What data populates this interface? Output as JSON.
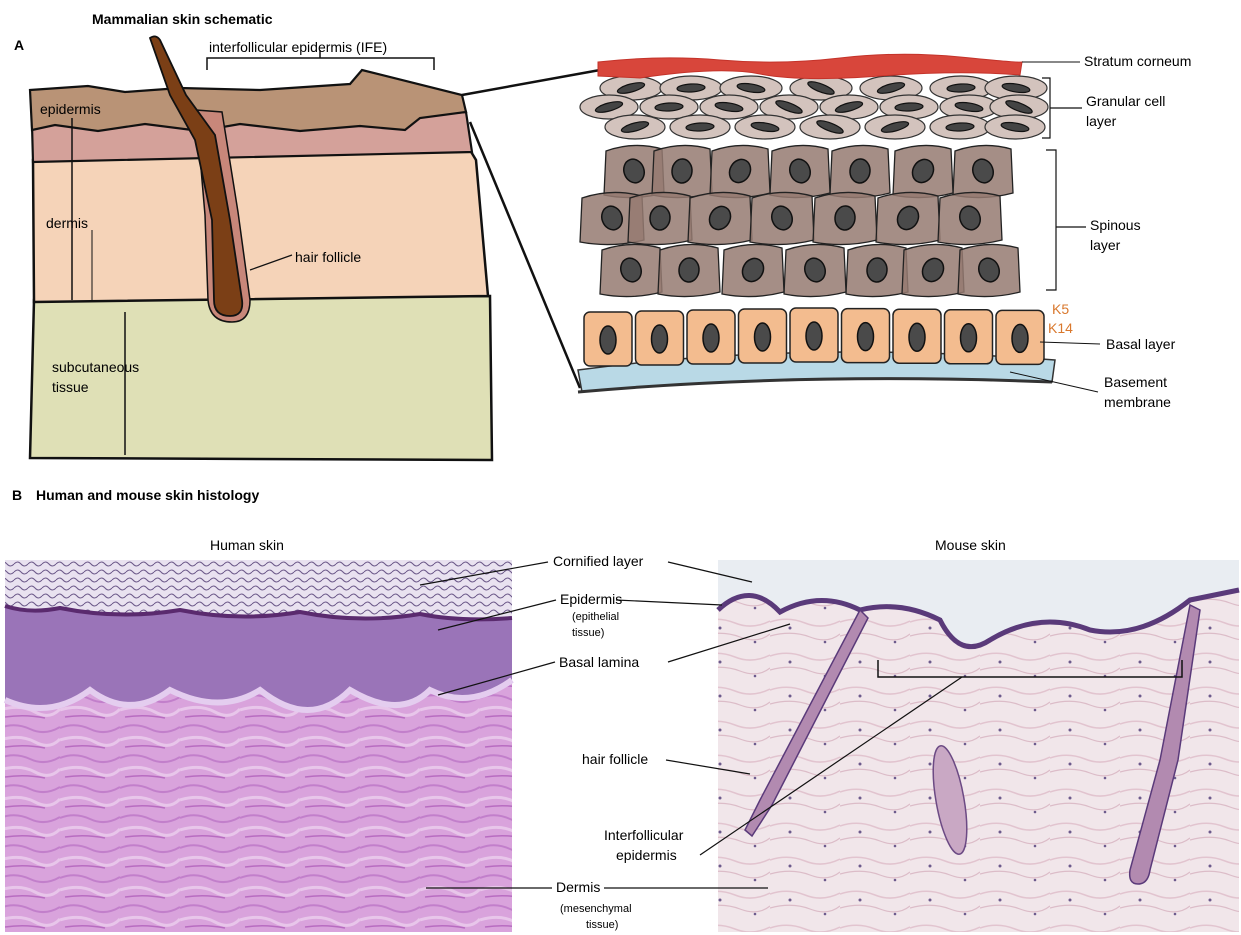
{
  "panel_a": {
    "letter": "A",
    "title": "Mammalian skin schematic",
    "labels": {
      "ife": "interfollicular epidermis (IFE)",
      "epidermis": "epidermis",
      "dermis": "dermis",
      "hair_follicle": "hair follicle",
      "subcutaneous_1": "subcutaneous",
      "subcutaneous_2": "tissue"
    },
    "layers": {
      "stratum_corneum": "Stratum corneum",
      "granular_1": "Granular cell",
      "granular_2": "layer",
      "spinous_1": "Spinous",
      "spinous_2": "layer",
      "k5": "K5",
      "k14": "K14",
      "basal": "Basal layer",
      "basement_1": "Basement",
      "basement_2": "membrane"
    },
    "colors": {
      "epidermis": "#b99376",
      "epidermis_pink": "#d4a19a",
      "dermis": "#f5d3b8",
      "subcutaneous": "#dfe0b6",
      "hair": "#7b3f16",
      "stratum_corneum": "#d8463b",
      "granular": "#d3c3bd",
      "spinous": "#957a71",
      "basal": "#f3bc8f",
      "basement": "#b9d9e6",
      "keratin_label": "#d9782d"
    }
  },
  "panel_b": {
    "letter": "B",
    "title": "Human and mouse skin histology",
    "human_title": "Human skin",
    "mouse_title": "Mouse skin",
    "labels": {
      "cornified": "Cornified layer",
      "epidermis": "Epidermis",
      "epidermis_sub_1": "(epithelial",
      "epidermis_sub_2": "tissue)",
      "basal_lamina": "Basal lamina",
      "hair_follicle": "hair follicle",
      "ife_1": "Interfollicular",
      "ife_2": "epidermis",
      "dermis": "Dermis",
      "dermis_sub_1": "(mesenchymal",
      "dermis_sub_2": "tissue)"
    }
  }
}
